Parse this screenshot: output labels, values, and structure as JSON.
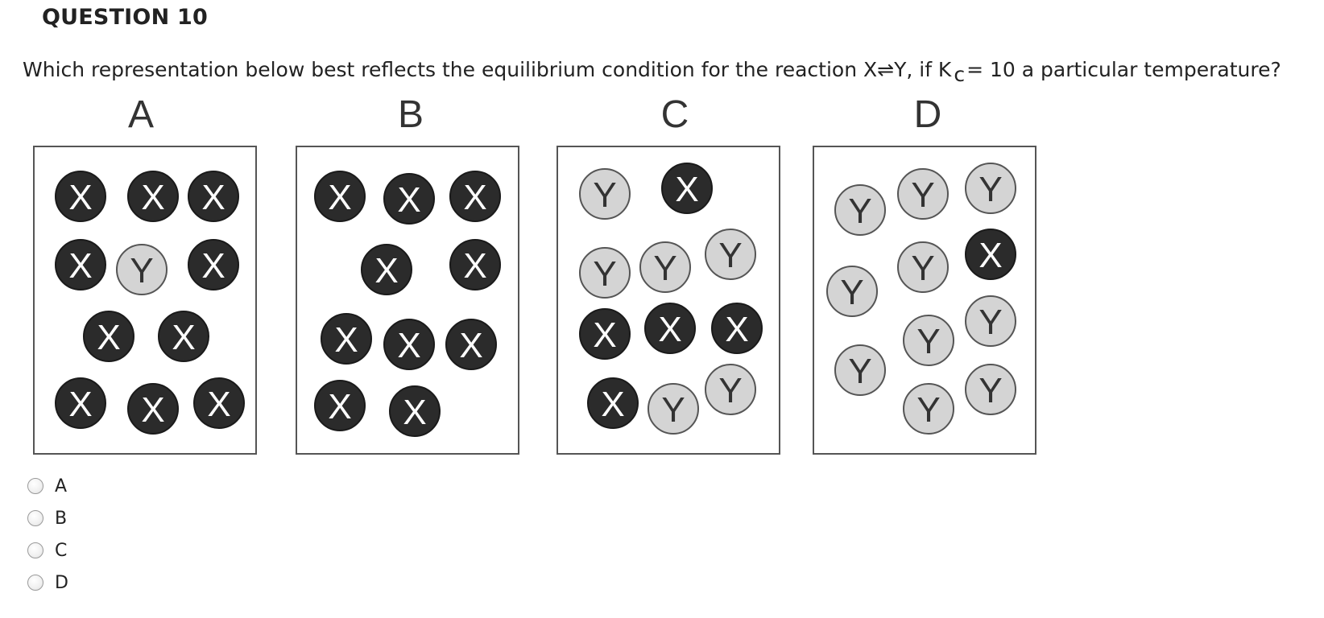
{
  "question": {
    "header": "QUESTION 10",
    "text_before": "Which representation below best reflects the equilibrium condition for the reaction X",
    "arrow": "⇌",
    "text_middle": "Y, if K",
    "subscript": "c",
    "text_after": "= 10 a particular temperature?"
  },
  "panels": [
    {
      "label": "A",
      "particles": [
        "X",
        "X",
        "X",
        "X",
        "Y",
        "X",
        "X",
        "X",
        "X",
        "X",
        "X"
      ]
    },
    {
      "label": "B",
      "particles": [
        "X",
        "X",
        "X",
        "X",
        "X",
        "X",
        "X",
        "X",
        "X",
        "X"
      ]
    },
    {
      "label": "C",
      "particles": [
        "Y",
        "X",
        "Y",
        "Y",
        "Y",
        "X",
        "X",
        "X",
        "X",
        "Y",
        "Y"
      ]
    },
    {
      "label": "D",
      "particles": [
        "Y",
        "Y",
        "Y",
        "Y",
        "Y",
        "X",
        "Y",
        "Y",
        "Y",
        "Y",
        "Y"
      ]
    }
  ],
  "options": [
    {
      "label": "A"
    },
    {
      "label": "B"
    },
    {
      "label": "C"
    },
    {
      "label": "D"
    }
  ],
  "colors": {
    "x_fill": "#2b2b2b",
    "x_text": "#ffffff",
    "y_fill": "#d4d4d4",
    "y_text": "#333333",
    "outline": "#555555"
  }
}
